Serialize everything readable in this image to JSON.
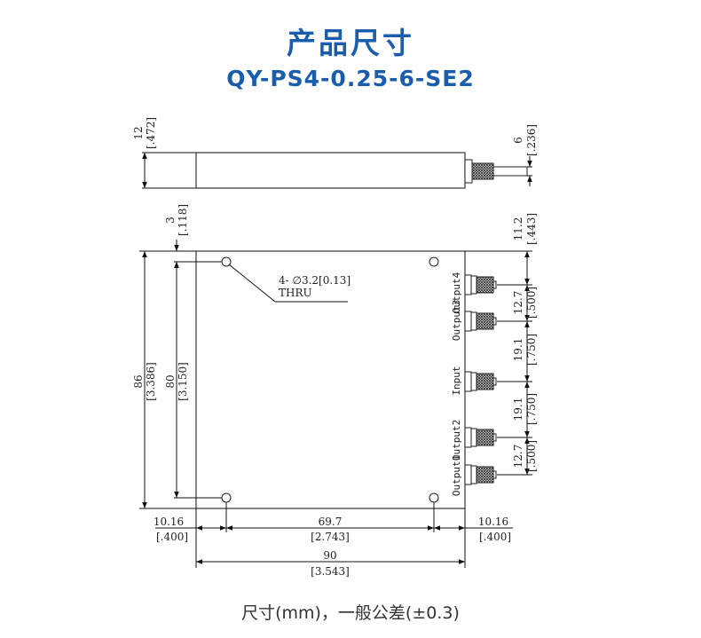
{
  "title": "产品尺寸",
  "model": "QY-PS4-0.25-6-SE2",
  "footer": "尺寸(mm)，一般公差(±0.3)",
  "ports": {
    "output4": "Output4",
    "output3": "Output3",
    "input": "Input",
    "output2": "Output2",
    "output1": "Output1"
  },
  "hole_note": {
    "line1": "4- ∅3.2[0.13]",
    "line2": "THRU"
  },
  "dimensions": {
    "side_height": {
      "mm": "12",
      "in": "[.472]"
    },
    "connector_dia": {
      "mm": "6",
      "in": "[.236]"
    },
    "hole_top_offset": {
      "mm": "3",
      "in": "[.118]"
    },
    "total_height": {
      "mm": "86",
      "in": "[3.386]"
    },
    "hole_spacing_v": {
      "mm": "80",
      "in": "[3.150]"
    },
    "port_top_offset": {
      "mm": "11.2",
      "in": "[.443]"
    },
    "pitch_a": {
      "mm": "12.7",
      "in": "[.500]"
    },
    "pitch_b": {
      "mm": "19.1",
      "in": "[.750]"
    },
    "pitch_c": {
      "mm": "19.1",
      "in": "[.750]"
    },
    "pitch_d": {
      "mm": "12.7",
      "in": "[.500]"
    },
    "left_edge": {
      "mm": "10.16",
      "in": "[.400]"
    },
    "hole_spacing_h": {
      "mm": "69.7",
      "in": "[2.743]"
    },
    "right_edge": {
      "mm": "10.16",
      "in": "[.400]"
    },
    "total_width": {
      "mm": "90",
      "in": "[3.543]"
    }
  }
}
